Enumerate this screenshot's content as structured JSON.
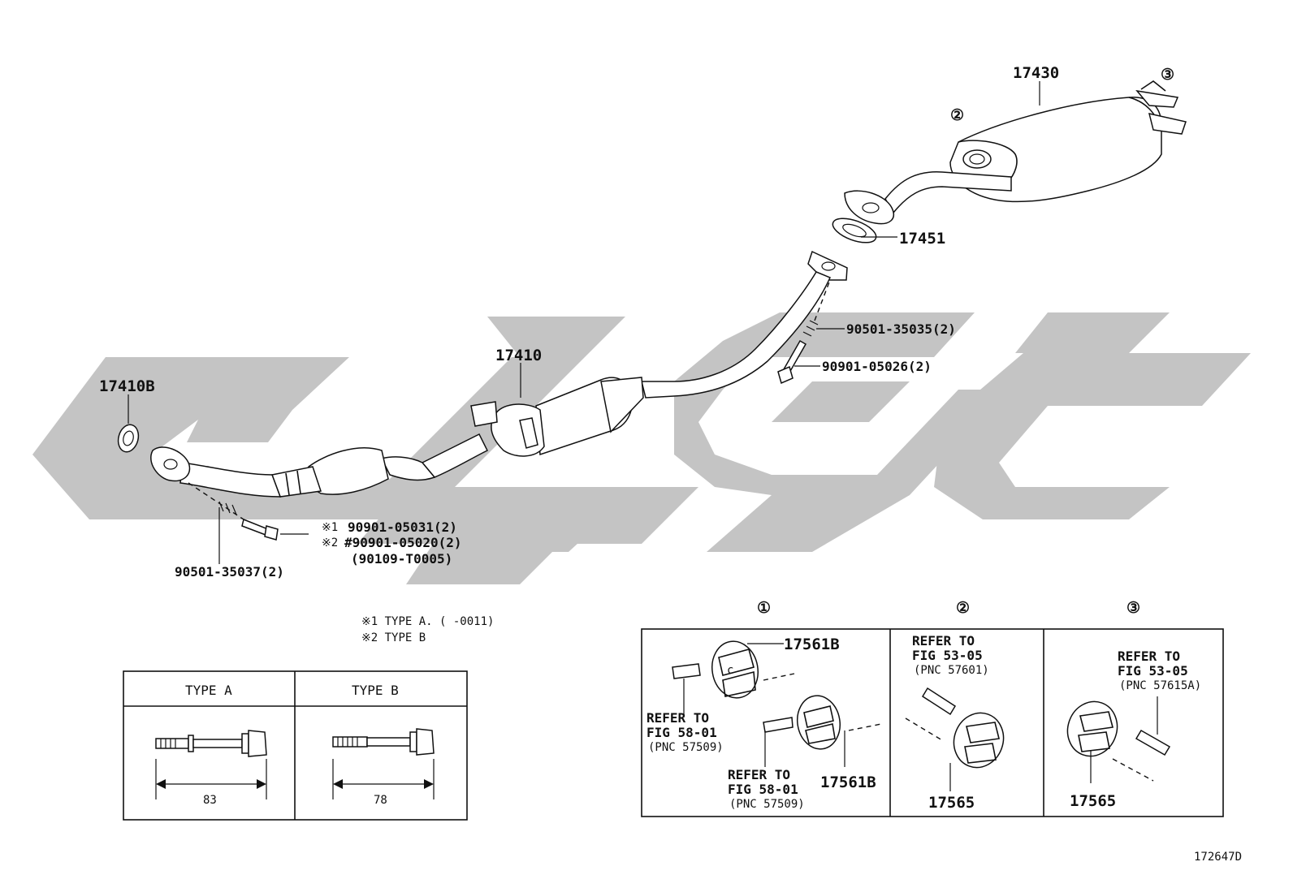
{
  "diagram": {
    "id_code": "172647D",
    "parts": {
      "p17430": "17430",
      "p17451": "17451",
      "p17410": "17410",
      "p17410B": "17410B",
      "p90501_35035": "90501-35035(2)",
      "p90901_05026": "90901-05026(2)",
      "p90501_35037": "90501-35037(2)",
      "p90901_05031": "90901-05031(2)",
      "p90901_05020": "#90901-05020(2)",
      "p90109_T0005": "(90109-T0005)",
      "mark1": "※1",
      "mark2": "※2"
    },
    "callouts": {
      "c1": "①",
      "c2": "②",
      "c3": "③"
    },
    "notes": {
      "note1": "※1 TYPE A. (      -0011)",
      "note2": "※2 TYPE B"
    },
    "bolt_table": {
      "type_a_header": "TYPE A",
      "type_b_header": "TYPE B",
      "type_a_length": "83",
      "type_b_length": "78"
    },
    "hangers": {
      "panel1": {
        "part_top": "17561B",
        "part_bottom": "17561B",
        "ref1": [
          "REFER TO",
          "FIG 58-01",
          "(PNC 57509)"
        ],
        "ref2": [
          "REFER TO",
          "FIG 58-01",
          "(PNC 57509)"
        ]
      },
      "panel2": {
        "part": "17565",
        "ref": [
          "REFER TO",
          "FIG 53-05",
          "(PNC 57601)"
        ]
      },
      "panel3": {
        "part": "17565",
        "ref": [
          "REFER TO",
          "FIG 53-05",
          "(PNC 57615A)"
        ]
      }
    }
  }
}
